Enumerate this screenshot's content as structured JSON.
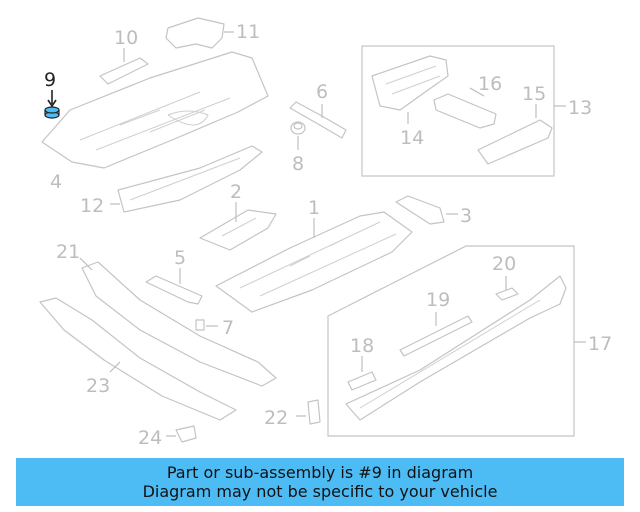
{
  "diagram": {
    "highlight_part": "9",
    "callouts": [
      "1",
      "2",
      "3",
      "4",
      "5",
      "6",
      "7",
      "8",
      "9",
      "10",
      "11",
      "12",
      "13",
      "14",
      "15",
      "16",
      "17",
      "18",
      "19",
      "20",
      "21",
      "22",
      "23",
      "24"
    ]
  },
  "banner": {
    "line1": "Part or sub-assembly is #9 in diagram",
    "line2": "Diagram may not be specific to your vehicle"
  },
  "colors": {
    "banner_bg": "#4dbcf5",
    "highlight": "#222222",
    "linework": "#c4c4c4"
  }
}
